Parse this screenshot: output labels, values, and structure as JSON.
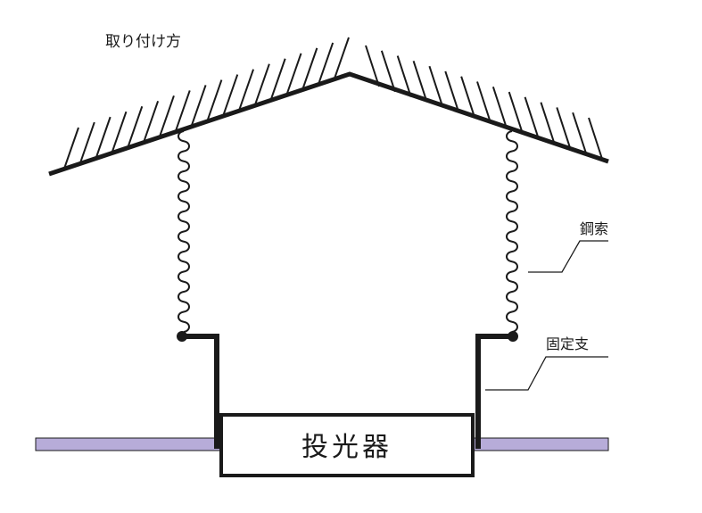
{
  "labels": {
    "title": "取り付け方",
    "steel_wire": "鋼索",
    "bracket": "固定支",
    "fixture": "投光器"
  },
  "colors": {
    "line": "#1a1a1a",
    "ceiling_panel": "#b7acd9",
    "background": "#ffffff"
  }
}
